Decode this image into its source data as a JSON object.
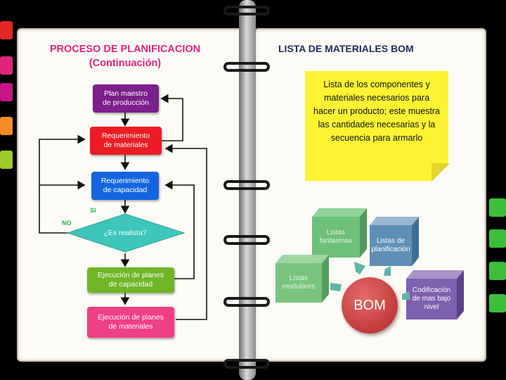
{
  "left": {
    "title_line1": "PROCESO DE PLANIFICACION",
    "title_line2": "(Continuación)",
    "nodes": {
      "plan_maestro": "Plan maestro\nde producción",
      "req_materiales": "Requerimiento\nde materiales",
      "req_capacidad": "Requerimiento\nde capacidad",
      "es_realista": "¿Es realista?",
      "ejec_capacidad": "Ejecución de planes\nde capacidad",
      "ejec_materiales": "Ejecución de planes\nde materiales"
    },
    "labels": {
      "si": "SI",
      "no": "NO"
    }
  },
  "right": {
    "title": "LISTA DE MATERIALES BOM",
    "note": "Lista de los componentes y materiales necesarios para hacer un producto; este muestra las cantidades necesarias y la secuencia para armarlo",
    "cubes": {
      "fantasmas": "Listas\nfantasmas",
      "planificacion": "Listas de\nplanificación",
      "modulares": "Listas\nmodulares",
      "codificacion": "Codificación\nde mas bajo\nnivel"
    },
    "center": "BOM"
  },
  "colors": {
    "title_pink": "#e0237d",
    "purple": "#7b1f8a",
    "red": "#ec1c24",
    "blue": "#1565e0",
    "teal": "#3cc5b8",
    "green": "#6fb525",
    "pink": "#ef3f86",
    "note_yellow": "#fef333",
    "bom_red": "#c23b3b"
  }
}
